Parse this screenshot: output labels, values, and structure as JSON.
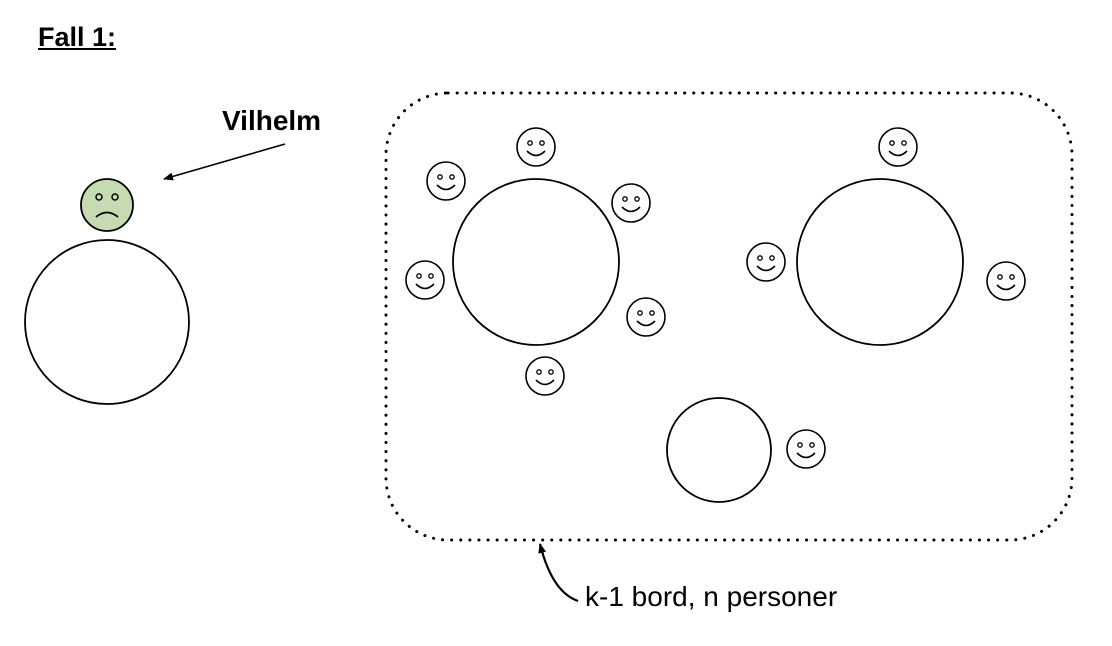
{
  "title": "Fall 1:",
  "person_label": "Vilhelm",
  "group_label": "k-1 bord, n personer",
  "colors": {
    "stroke": "#000000",
    "sad_face_fill": "#c5dbb1",
    "happy_face_fill": "#ffffff"
  },
  "icons": {
    "sad_face": "sad-face-icon",
    "happy_face": "smiley-face-icon",
    "table": "round-table"
  }
}
